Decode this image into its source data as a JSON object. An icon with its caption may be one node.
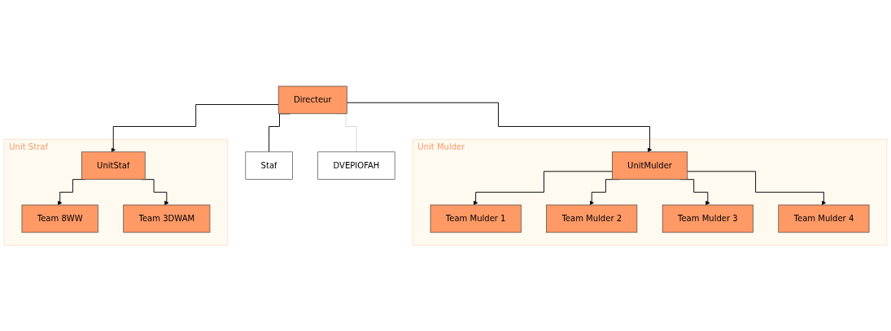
{
  "diagram": {
    "nodes": [
      {
        "text": [
          "Directeur"
        ]
      },
      {
        "text": [
          "Staf"
        ]
      },
      {
        "text": [
          "DVEPIOFAH"
        ]
      },
      {
        "text": [
          "Unit Mulder"
        ]
      },
      {
        "text": [
          "UnitMulder"
        ],
        "in": 3
      },
      {
        "text": [
          "Team Mulder 1"
        ],
        "in": 3
      },
      {
        "text": [
          "Team Mulder 2"
        ],
        "in": 3
      },
      {
        "text": [
          "Team Mulder 3"
        ],
        "in": 3
      },
      {
        "text": [
          "Team Mulder 4"
        ],
        "in": 3
      },
      {
        "text": [
          "Unit Straf"
        ]
      },
      {
        "text": [
          "UnitStaf"
        ],
        "in": 9
      },
      {
        "text": [
          "Team 8WW"
        ],
        "in": 9
      },
      {
        "text": [
          "Team 3DWAM"
        ],
        "in": 9
      }
    ],
    "edges": [
      {
        "from": 0,
        "to": 1,
        "arrow": "none"
      },
      {
        "from": 0,
        "to": 2,
        "arrow": "none",
        "color": "#c0c0c0"
      },
      {
        "from": 0,
        "to": 4,
        "arrow": "to"
      },
      {
        "from": 0,
        "to": 10,
        "arrow": "to"
      },
      {
        "from": 4,
        "to": 5,
        "arrow": "to"
      },
      {
        "from": 4,
        "to": 6,
        "arrow": "to"
      },
      {
        "from": 4,
        "to": 7,
        "arrow": "to"
      },
      {
        "from": 4,
        "to": 8,
        "arrow": "to"
      },
      {
        "from": 10,
        "to": 11,
        "arrow": "to"
      },
      {
        "from": 10,
        "to": 12,
        "arrow": "to"
      }
    ]
  }
}
